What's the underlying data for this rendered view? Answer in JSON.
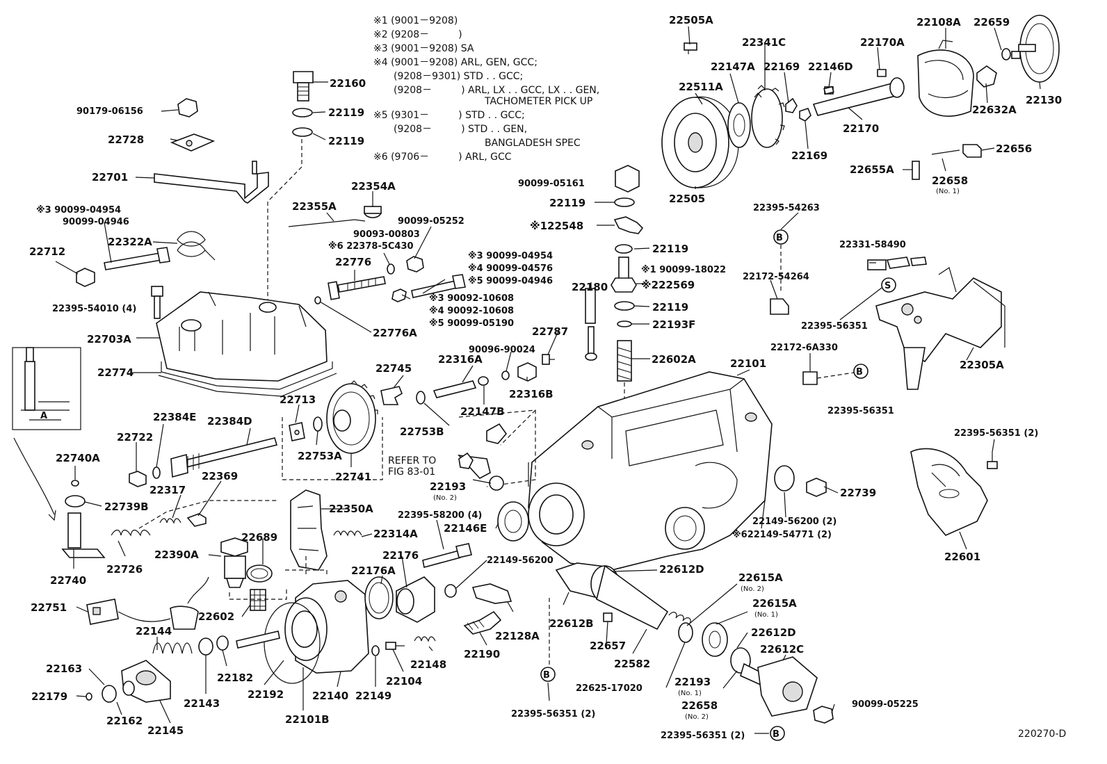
{
  "notes": [
    {
      "mark": "※1",
      "text": "(9001－9208)"
    },
    {
      "mark": "※2",
      "text": "(9208－　　　)"
    },
    {
      "mark": "※3",
      "text": "(9001－9208) SA"
    },
    {
      "mark": "※4",
      "text": "(9001－9208) ARL, GEN, GCC;"
    },
    {
      "mark": "",
      "text": "(9208－9301) STD . . GCC;"
    },
    {
      "mark": "",
      "text": "(9208－　　　) ARL, LX . . GCC, LX . . GEN,"
    },
    {
      "mark": "",
      "text": "TACHOMETER PICK UP"
    },
    {
      "mark": "※5",
      "text": "(9301－　　　) STD . . GCC;"
    },
    {
      "mark": "",
      "text": "(9208－　　　) STD . . GEN,"
    },
    {
      "mark": "",
      "text": "BANGLADESH SPEC"
    },
    {
      "mark": "※6",
      "text": "(9706－　　　) ARL, GCC"
    }
  ],
  "parts": {
    "p22505A": "22505A",
    "p22341C": "22341C",
    "p22108A": "22108A",
    "p22659": "22659",
    "p22147A": "22147A",
    "p22169a": "22169",
    "p22146D": "22146D",
    "p22170A": "22170A",
    "p22511A": "22511A",
    "p22632A": "22632A",
    "p22130": "22130",
    "p22170": "22170",
    "p22169b": "22169",
    "p22505": "22505",
    "p22656": "22656",
    "p22655A": "22655A",
    "p22658a": "22658",
    "p22658a_sub": "(No. 1)",
    "p22160": "22160",
    "p90179": "90179-06156",
    "p22119a": "22119",
    "p22119b": "22119",
    "p22728": "22728",
    "p22701": "22701",
    "p90099_05161": "90099-05161",
    "p22119c": "22119",
    "p22548": "22548",
    "p22548_mark": "※1",
    "p22354A": "22354A",
    "p22355A": "22355A",
    "p90099_05252": "90099-05252",
    "p90093_00803": "90093-00803",
    "p22378": "22378-5C430",
    "p22378_mark": "※6",
    "p90099_04954a": "90099-04954",
    "p90099_04954a_mark": "※3",
    "p90099_04946a": "90099-04946",
    "p22322A": "22322A",
    "p22712": "22712",
    "p22776": "22776",
    "p22395_54010": "22395-54010 (4)",
    "p22703A": "22703A",
    "p22774": "22774",
    "p22776A": "22776A",
    "p90099_04954b": "90099-04954",
    "p90099_04954b_mark": "※3",
    "p90099_04576": "90099-04576",
    "p90099_04576_mark": "※4",
    "p90099_04946b": "90099-04946",
    "p90099_04946b_mark": "※5",
    "p90092_10608a": "90092-10608",
    "p90092_10608a_mark": "※3",
    "p90092_10608b": "90092-10608",
    "p90092_10608b_mark": "※4",
    "p90099_05190": "90099-05190",
    "p90099_05190_mark": "※5",
    "p22119d": "22119",
    "p90099_18022": "90099-18022",
    "p90099_18022_mark": "※1",
    "p22569": "22569",
    "p22569_mark": "※2",
    "p22180": "22180",
    "p22119e": "22119",
    "p22193F": "22193F",
    "p22787": "22787",
    "p90096_90024": "90096-90024",
    "p22602A": "22602A",
    "p22395_54263": "22395-54263",
    "p22172_54264": "22172-54264",
    "p22331_58490": "22331-58490",
    "p22395_56351a": "22395-56351",
    "p22305A": "22305A",
    "p22172_6A330": "22172-6A330",
    "p22395_56351b": "22395-56351",
    "p22745": "22745",
    "p22316A": "22316A",
    "p22316B": "22316B",
    "p22101": "22101",
    "p22713": "22713",
    "p22384E": "22384E",
    "p22384D": "22384D",
    "p22147B": "22147B",
    "p22753B": "22753B",
    "p22722": "22722",
    "p22753A": "22753A",
    "p22741": "22741",
    "p22740A": "22740A",
    "refer1": "REFER TO",
    "refer2": "FIG 83-01",
    "p22193a": "22193",
    "p22193a_sub": "(No. 2)",
    "p22317": "22317",
    "p22369": "22369",
    "p22739B": "22739B",
    "p22350A": "22350A",
    "p22395_58200": "22395-58200 (4)",
    "p22146E": "22146E",
    "p22395_56351c": "22395-56351 (2)",
    "p22739": "22739",
    "p22149_56200a": "22149-56200 (2)",
    "p22149_54771": "22149-54771 (2)",
    "p22149_54771_mark": "※6",
    "p22601": "22601",
    "p22689": "22689",
    "p22314A": "22314A",
    "p22390A": "22390A",
    "p22176": "22176",
    "p22740": "22740",
    "p22726": "22726",
    "p22149_56200b": "22149-56200",
    "p22176A": "22176A",
    "p22612D": "22612D",
    "p22615Aa": "22615A",
    "p22615Aa_sub": "(No. 2)",
    "p22751": "22751",
    "p22602": "22602",
    "p22612B": "22612B",
    "p22615Ab": "22615A",
    "p22615Ab_sub": "(No. 1)",
    "p22128A": "22128A",
    "p22144": "22144",
    "p22612Db": "22612D",
    "p22657": "22657",
    "p22612C": "22612C",
    "p22148": "22148",
    "p22163": "22163",
    "p22190": "22190",
    "p22582": "22582",
    "p22182": "22182",
    "p22104": "22104",
    "p22179": "22179",
    "p22192": "22192",
    "p22140": "22140",
    "p22149": "22149",
    "p22143": "22143",
    "p22625": "22625-17020",
    "p22193b": "22193",
    "p22193b_sub": "(No. 1)",
    "p22658b": "22658",
    "p22658b_sub": "(No. 2)",
    "p90099_05225": "90099-05225",
    "p22162": "22162",
    "p22145": "22145",
    "p22101B": "22101B",
    "p22395_56351d": "22395-56351 (2)",
    "p22395_56351e": "22395-56351 (2)",
    "inset_label": "A",
    "circle_B": "B",
    "circle_S": "S"
  },
  "figure_id": "220270-D"
}
